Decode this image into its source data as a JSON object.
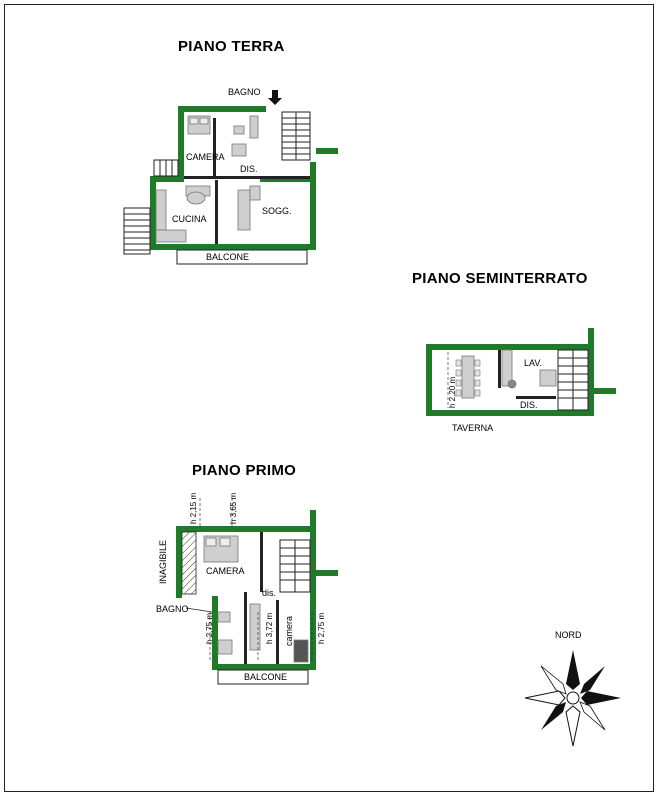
{
  "floors": {
    "ground": {
      "title": "PIANO TERRA",
      "rooms": {
        "bathroom": "BAGNO",
        "bedroom": "CAMERA",
        "hall": "DIS.",
        "kitchen": "CUCINA",
        "living": "SOGG.",
        "balcony": "BALCONE"
      }
    },
    "basement": {
      "title": "PIANO SEMINTERRATO",
      "rooms": {
        "laundry": "LAV.",
        "hall": "DIS.",
        "tavern": "TAVERNA"
      },
      "heights": {
        "main": "h 2,20 m"
      }
    },
    "first": {
      "title": "PIANO PRIMO",
      "rooms": {
        "unusable": "INAGIBILE",
        "bedroom": "CAMERA",
        "hall": "dis.",
        "bathroom": "BAGNO",
        "small_room": "camera",
        "balcony": "BALCONE"
      },
      "heights": {
        "h1": "h 2,15 m",
        "h2": "h 3,65 m",
        "h3": "h 2,75 m",
        "h4": "h 3,72 m",
        "h5": "h 2,75 m"
      }
    }
  },
  "compass": {
    "label": "NORD"
  },
  "colors": {
    "wall": "#1f7a2a",
    "furniture": "#cfcfcf",
    "line": "#222222"
  }
}
